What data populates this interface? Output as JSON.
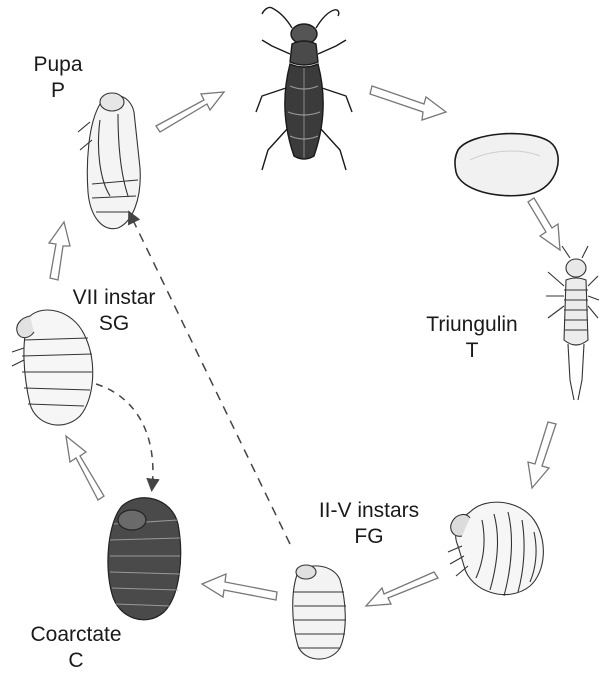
{
  "title": "",
  "stages": {
    "adult": {
      "icon": "beetle-adult-icon"
    },
    "egg": {
      "icon": "egg-icon"
    },
    "triungulin": {
      "name": "Triungulin",
      "code": "T",
      "icon": "triungulin-larva-icon"
    },
    "first_grub": {
      "name": "II-V instars",
      "code": "FG",
      "icon": "grub-larva-icon"
    },
    "first_grub_late": {
      "icon": "grub-larva-late-icon"
    },
    "coarctate": {
      "name": "Coarctate",
      "code": "C",
      "icon": "coarctate-larva-icon"
    },
    "second_grub": {
      "name": "VII instar",
      "code": "SG",
      "icon": "second-grub-icon"
    },
    "pupa": {
      "name": "Pupa",
      "code": "P",
      "icon": "pupa-icon"
    }
  },
  "arrows": {
    "style": "hollow-outlined",
    "dashed_style": "dashed-line-with-arrowhead"
  },
  "colors": {
    "ink": "#1a1a1a",
    "arrow_outline": "#777777",
    "beetle_body": "#3b3b3b",
    "coarctate_body": "#4a4a4a"
  }
}
